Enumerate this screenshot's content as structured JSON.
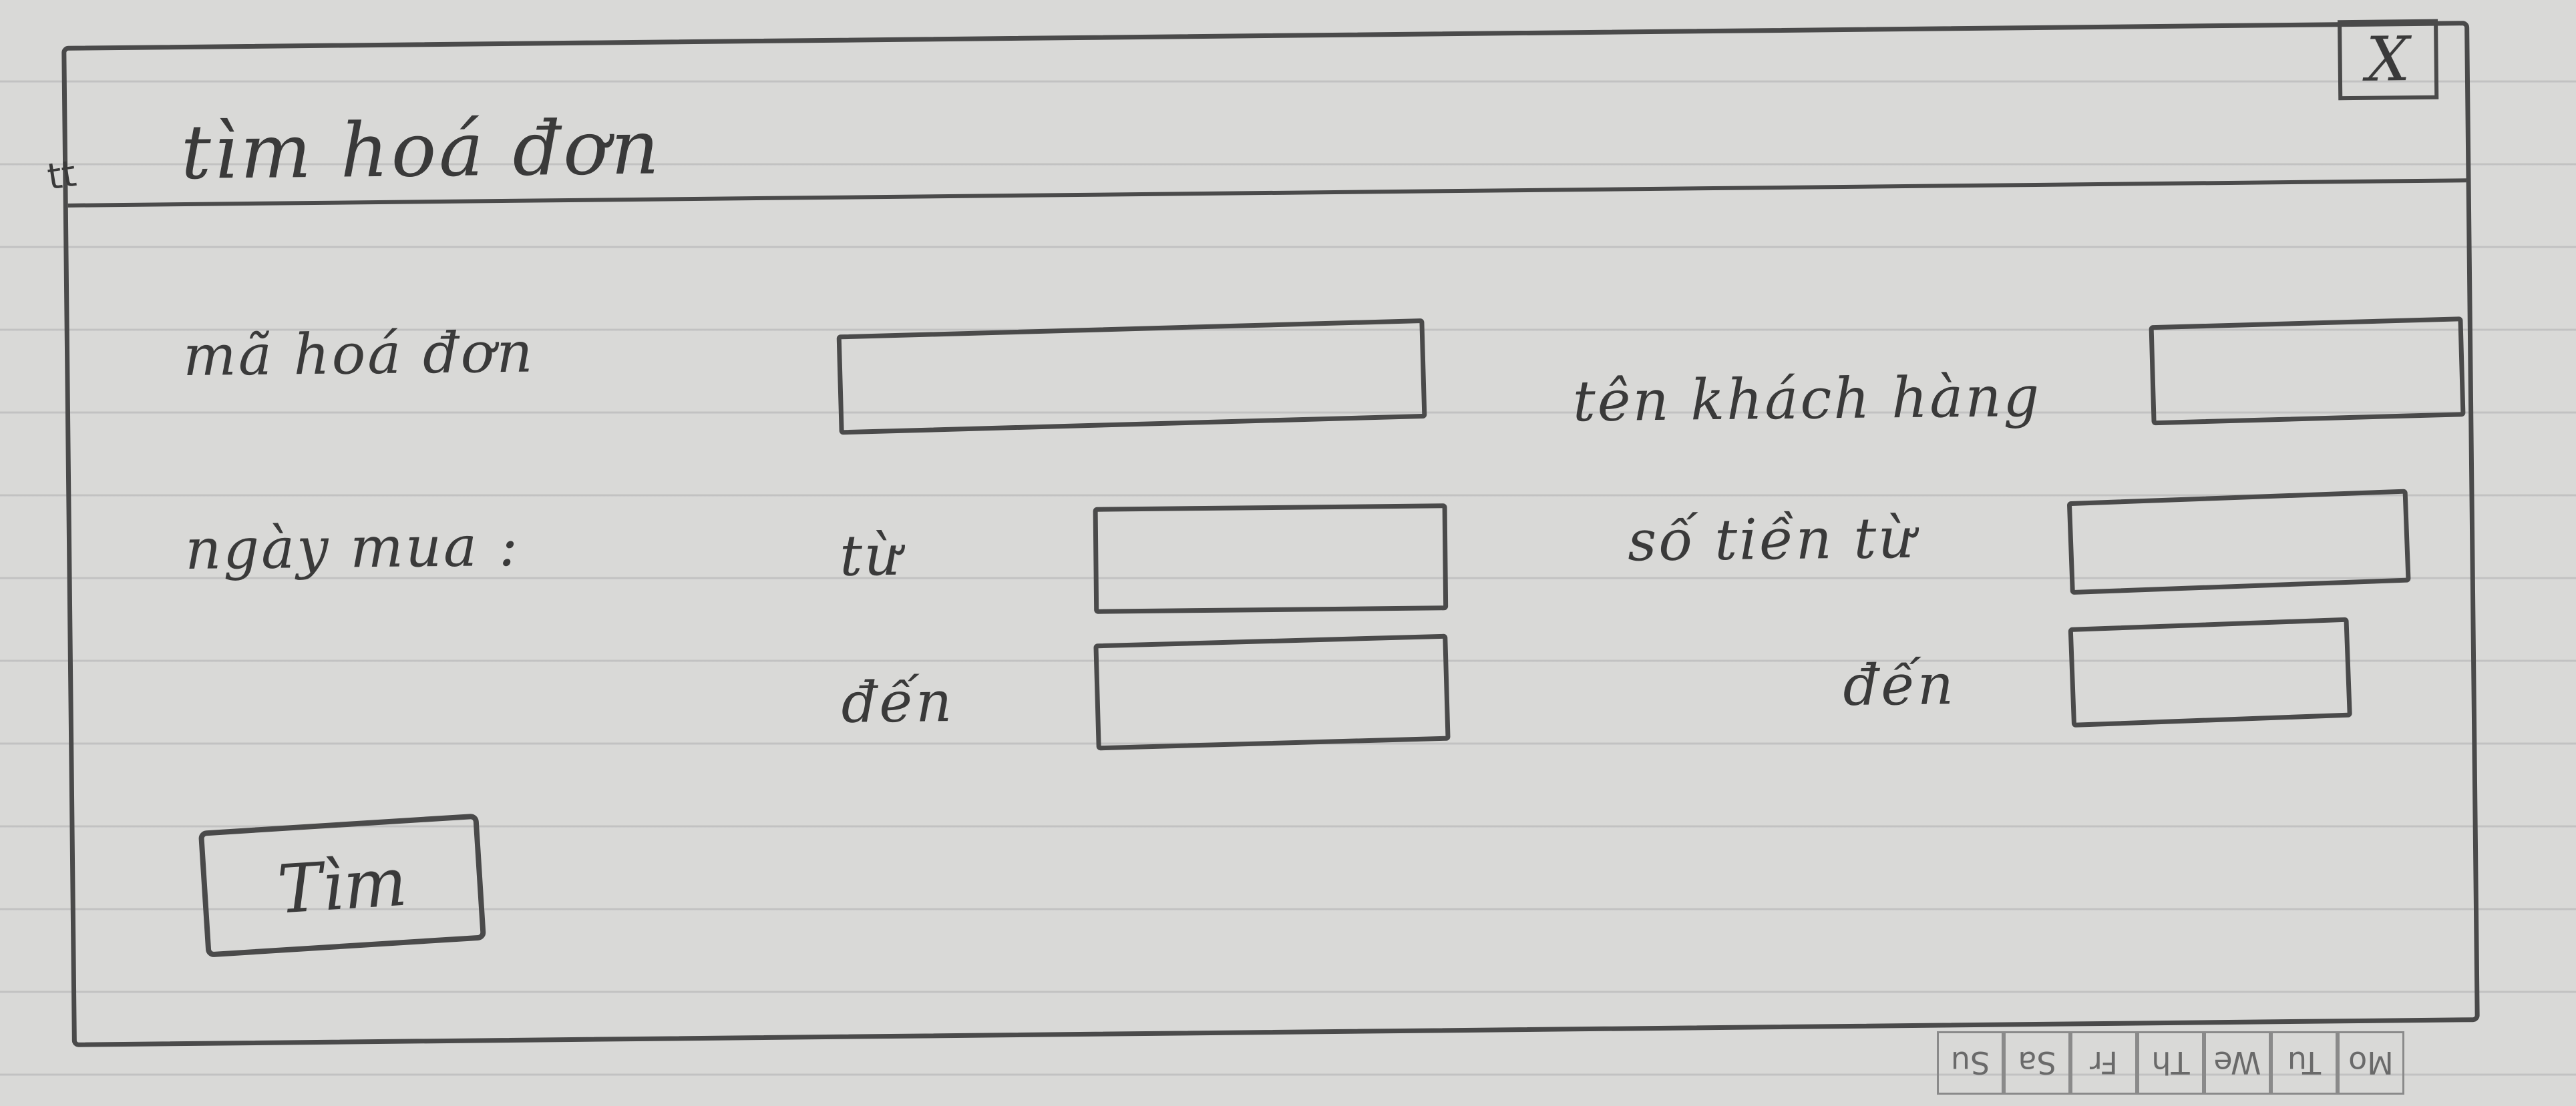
{
  "window": {
    "stub_text": "tt",
    "title": "tìm hoá đơn",
    "close_label": "X"
  },
  "form": {
    "invoice_code_label": "mã hoá đơn",
    "customer_name_label": "tên khách hàng",
    "purchase_date_label": "ngày mua :",
    "date_from_label": "từ",
    "date_to_label": "đến",
    "amount_from_label": "số tiền từ",
    "amount_to_label": "đến",
    "invoice_code_value": "",
    "customer_name_value": "",
    "date_from_value": "",
    "date_to_value": "",
    "amount_from_value": "",
    "amount_to_value": ""
  },
  "actions": {
    "search_label": "Tìm"
  },
  "calendar_strip": {
    "days": [
      "Mo",
      "Tu",
      "We",
      "Th",
      "Fr",
      "Sa",
      "Su"
    ]
  }
}
